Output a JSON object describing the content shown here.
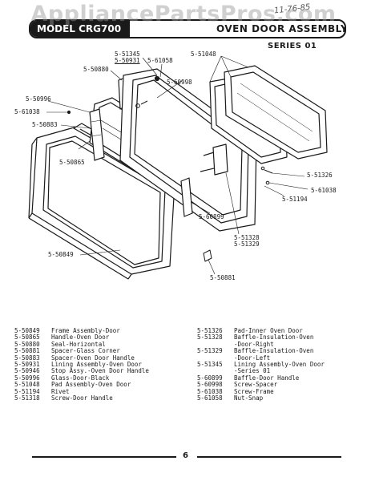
{
  "watermark": "AppliancePartsPros.com",
  "handnote": "11-76-85",
  "header": {
    "model": "MODEL CRG700",
    "title": "OVEN DOOR ASSEMBLY",
    "series": "SERIES 01"
  },
  "callouts": {
    "c51345": "5-51345",
    "c50931": "5-50931",
    "c61058": "5-61058",
    "c51048": "5-51048",
    "c50880": "5-50880",
    "c60998": "5-60998",
    "c50996": "5-50996",
    "c61038a": "5-61038",
    "c50883": "5-50883",
    "c50865": "5-50865",
    "c51326": "5-51326",
    "c61038b": "5-61038",
    "c51194": "5-51194",
    "c60899": "5-60899",
    "c51328": "5-51328",
    "c51329": "5-51329",
    "c50849": "5-50849",
    "c50881": "5-50881"
  },
  "parts_left": [
    {
      "pn": "5-50849",
      "desc": "Frame Assembly-Door"
    },
    {
      "pn": "5-50865",
      "desc": "Handle-Oven Door"
    },
    {
      "pn": "5-50880",
      "desc": "Seal-Horizontal"
    },
    {
      "pn": "5-50881",
      "desc": "Spacer-Glass Corner"
    },
    {
      "pn": "5-50883",
      "desc": "Spacer-Oven Door Handle"
    },
    {
      "pn": "5-50931",
      "desc": "Lining Assembly-Oven Door"
    },
    {
      "pn": "5-50946",
      "desc": "Stop Assy.-Oven Door Handle"
    },
    {
      "pn": "5-50996",
      "desc": "Glass-Door-Black"
    },
    {
      "pn": "5-51048",
      "desc": "Pad Assembly-Oven Door"
    },
    {
      "pn": "5-51194",
      "desc": "Rivet"
    },
    {
      "pn": "5-51318",
      "desc": "Screw-Door Handle"
    }
  ],
  "parts_right": [
    {
      "pn": "5-51326",
      "desc": "Pad-Inner Oven Door"
    },
    {
      "pn": "5-51328",
      "desc": "Baffle-Insulation-Oven"
    },
    {
      "pn": "",
      "desc": "-Door-Right"
    },
    {
      "pn": "5-51329",
      "desc": "Baffle-Insulation-Oven"
    },
    {
      "pn": "",
      "desc": "-Door-Left"
    },
    {
      "pn": "5-51345",
      "desc": "Lining Assembly-Oven Door"
    },
    {
      "pn": "",
      "desc": "-Series 01"
    },
    {
      "pn": "5-60899",
      "desc": "Baffle-Door Handle"
    },
    {
      "pn": "5-60998",
      "desc": "Screw-Spacer"
    },
    {
      "pn": "5-61038",
      "desc": "Screw-Frame"
    },
    {
      "pn": "5-61058",
      "desc": "Nut-Snap"
    }
  ],
  "footer": {
    "page": "6"
  }
}
